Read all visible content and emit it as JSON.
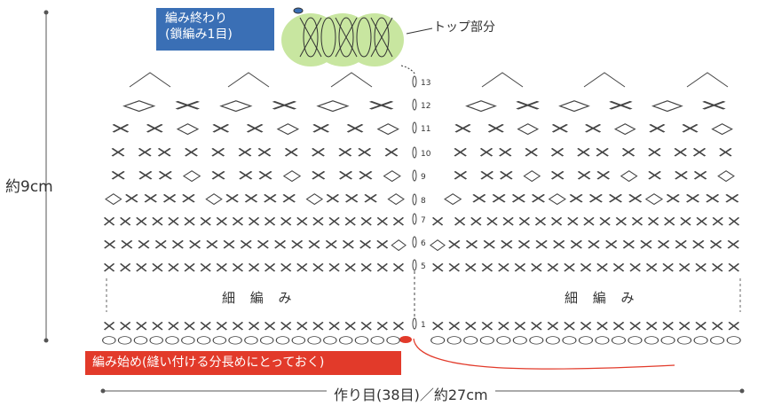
{
  "labels": {
    "height_label": "約9cm",
    "end_box": {
      "line1": "編み終わり",
      "line2": "(鎖編み1目)"
    },
    "top_part": "トップ部分",
    "single_crochet_left": "細 編 み",
    "single_crochet_right": "細 編 み",
    "start_box": "編み始め(縫い付ける分長めにとっておく)",
    "foundation": "作り目(38目)／約27cm"
  },
  "row_numbers": [
    "1",
    "5",
    "6",
    "7",
    "8",
    "9",
    "10",
    "11",
    "12",
    "13"
  ],
  "colors": {
    "start_red": "#e23a2a",
    "end_blue": "#3a6fb5",
    "top_green": "#c8e6a0",
    "symbol": "#444444"
  },
  "stitch_rows": {
    "foundation_left": "○○○○○○○○○○○○○○○○○○○",
    "foundation_right": "○○○○○○○○○○○○○○○○○○○",
    "row1_left": "×××××××××××××××××××",
    "row1_right": "×××××××××××××××××××",
    "row5_left": "×××××××××××××××××××",
    "row5_right": "×××××××××××××××××××",
    "row6_left": "×××××××××××××××××◇",
    "row6_right": "◇×××××××××××××××××",
    "row7_left": "×××××××××××××××××××",
    "row7_right": "× ××××××××××××××××××",
    "row8_left": "◇×××× ◇×××× ◇××× ◇",
    "row8_right": "◇ ××××◇××××◇××××",
    "row9_left": "× ×× ◇  × ×× ◇  × ×× ◇",
    "row9_right": "× ×× ◇  × ×× ◇  × ×× ◇",
    "row10_left": "× ×× ×  × ×× ×  × ×× ×",
    "row10_right": "× ×× ×  × ×× ×  × ×× ×",
    "row11_left": "× × ◇  × × ◇  × × ◇",
    "row11_right": "× × ◇  × × ◇  × × ◇",
    "row12_left": "◇ ×    ◇ ×    ◇ ×",
    "row12_right": "◇ ×    ◇ ×    ◇ ×"
  }
}
